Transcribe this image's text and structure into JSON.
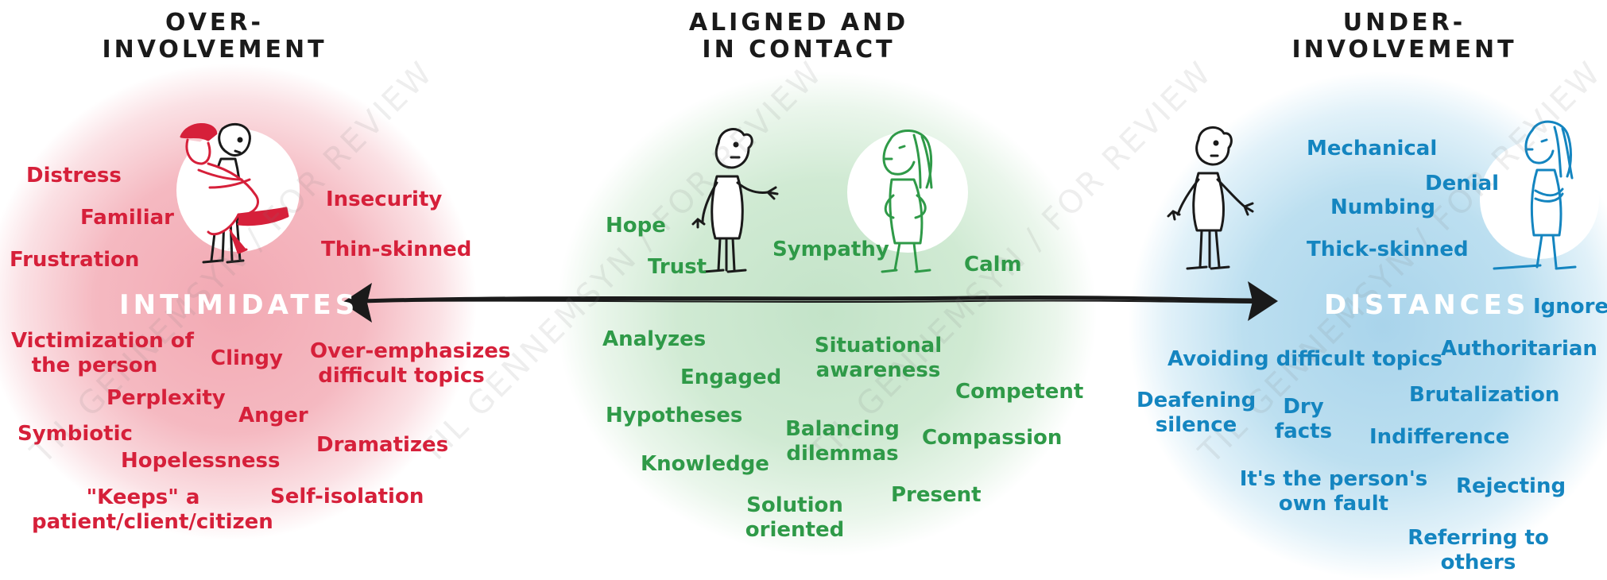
{
  "colors": {
    "over": "#d6203a",
    "aligned": "#2f9a48",
    "under": "#1485c0",
    "over_bg": "#f2a9b3",
    "aligned_bg": "#c9e6cd",
    "under_bg": "#b4daee"
  },
  "watermark": "TIL GENNEMSYN / FOR REVIEW",
  "over": {
    "heading_line1": "OVER-",
    "heading_line2": "INVOLVEMENT",
    "state": "INTIMIDATES",
    "feelings": [
      "Distress",
      "Familiar",
      "Frustration",
      "Insecurity",
      "Thin-skinned"
    ],
    "behaviors": {
      "victimization_1": "Victimization of",
      "victimization_2": "the person",
      "clingy": "Clingy",
      "overemph_1": "Over-emphasizes",
      "overemph_2": "difficult topics",
      "perplexity": "Perplexity",
      "anger": "Anger",
      "symbiotic": "Symbiotic",
      "hopelessness": "Hopelessness",
      "dramatizes": "Dramatizes",
      "keeps_1": "\"Keeps\" a",
      "keeps_2": "patient/client/citizen",
      "selfisolation": "Self-isolation"
    }
  },
  "aligned": {
    "heading_line1": "ALIGNED AND",
    "heading_line2": "IN CONTACT",
    "feelings": [
      "Hope",
      "Trust",
      "Sympathy",
      "Calm"
    ],
    "behaviors": {
      "analyzes": "Analyzes",
      "situational_1": "Situational",
      "situational_2": "awareness",
      "engaged": "Engaged",
      "competent": "Competent",
      "hypotheses": "Hypotheses",
      "balancing_1": "Balancing",
      "balancing_2": "dilemmas",
      "compassion": "Compassion",
      "knowledge": "Knowledge",
      "present": "Present",
      "solution_1": "Solution",
      "solution_2": "oriented"
    }
  },
  "under": {
    "heading_line1": "UNDER-",
    "heading_line2": "INVOLVEMENT",
    "state": "DISTANCES",
    "feelings": [
      "Mechanical",
      "Denial",
      "Numbing",
      "Thick-skinned"
    ],
    "behaviors": {
      "ignores": "Ignores",
      "avoiding": "Avoiding difficult topics",
      "authoritarian": "Authoritarian",
      "deafening_1": "Deafening",
      "deafening_2": "silence",
      "dry_1": "Dry",
      "dry_2": "facts",
      "brutalization": "Brutalization",
      "indifference": "Indifference",
      "fault_1": "It's the person's",
      "fault_2": "own fault",
      "rejecting": "Rejecting",
      "referring_1": "Referring to",
      "referring_2": "others"
    }
  }
}
